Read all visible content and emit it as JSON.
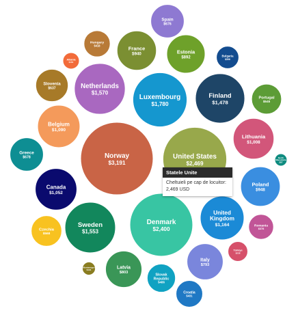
{
  "chart_data": {
    "type": "bubble",
    "title": "",
    "currency_suffix": "USD",
    "points": [
      {
        "name": "Spain",
        "value": 676,
        "display": "$676",
        "color": "#8e79d2"
      },
      {
        "name": "Hungary",
        "value": 418,
        "display": "$418",
        "color": "#b87a37"
      },
      {
        "name": "France",
        "value": 940,
        "display": "$940",
        "color": "#7b8f32"
      },
      {
        "name": "Estonia",
        "value": 892,
        "display": "$892",
        "color": "#6ea12a"
      },
      {
        "name": "Bulgaria",
        "value": 306,
        "display": "$306",
        "color": "#134c8f"
      },
      {
        "name": "Albania",
        "value": 164,
        "display": "$164",
        "color": "#f26b3a"
      },
      {
        "name": "Slovenia",
        "value": 637,
        "display": "$637",
        "color": "#a77a28"
      },
      {
        "name": "Netherlands",
        "value": 1570,
        "display": "$1,570",
        "color": "#a968c0"
      },
      {
        "name": "Luxembourg",
        "value": 1780,
        "display": "$1,780",
        "color": "#1597cf"
      },
      {
        "name": "Finland",
        "value": 1478,
        "display": "$1,478",
        "color": "#1e4567"
      },
      {
        "name": "Portugal",
        "value": 545,
        "display": "$545",
        "color": "#5c9c36"
      },
      {
        "name": "Belgium",
        "value": 1090,
        "display": "$1,090",
        "color": "#f49a5b"
      },
      {
        "name": "Lithuania",
        "value": 1008,
        "display": "$1,008",
        "color": "#d2567a"
      },
      {
        "name": "Greece",
        "value": 678,
        "display": "$678",
        "color": "#0e8e93"
      },
      {
        "name": "Norway",
        "value": 3191,
        "display": "$3,191",
        "color": "#c96446"
      },
      {
        "name": "United States",
        "value": 2469,
        "display": "$2,469",
        "color": "#98a84b"
      },
      {
        "name": "North Macedonia",
        "value": 87,
        "display": "$87",
        "color": "#0f8c80"
      },
      {
        "name": "Canada",
        "value": 1052,
        "display": "$1,052",
        "color": "#0a0a6e"
      },
      {
        "name": "Poland",
        "value": 948,
        "display": "$948",
        "color": "#3a8ee0"
      },
      {
        "name": "Sweden",
        "value": 1553,
        "display": "$1,553",
        "color": "#12875c"
      },
      {
        "name": "Denmark",
        "value": 2400,
        "display": "$2,400",
        "color": "#38c5a3"
      },
      {
        "name": "Czechia",
        "value": 568,
        "display": "$568",
        "color": "#f8c220"
      },
      {
        "name": "United Kingdom",
        "value": 1164,
        "display": "$1,164",
        "color": "#1b8ad6"
      },
      {
        "name": "Romania",
        "value": 378,
        "display": "$378",
        "color": "#c15597"
      },
      {
        "name": "Türkiye",
        "value": 238,
        "display": "$238",
        "color": "#d6506a"
      },
      {
        "name": "Montenegro",
        "value": 104,
        "display": "$104",
        "color": "#8a7d21"
      },
      {
        "name": "Latvia",
        "value": 803,
        "display": "$803",
        "color": "#3a9657"
      },
      {
        "name": "Italy",
        "value": 793,
        "display": "$793",
        "color": "#7a86dc"
      },
      {
        "name": "Slovak Republic",
        "value": 486,
        "display": "$486",
        "color": "#10a2c2"
      },
      {
        "name": "Croatia",
        "value": 431,
        "display": "$431",
        "color": "#1f78c4"
      }
    ]
  },
  "tooltip": {
    "title": "Statele Unite",
    "label": "Cheltuieli pe cap de locuitor:",
    "value": "2,469 USD"
  }
}
